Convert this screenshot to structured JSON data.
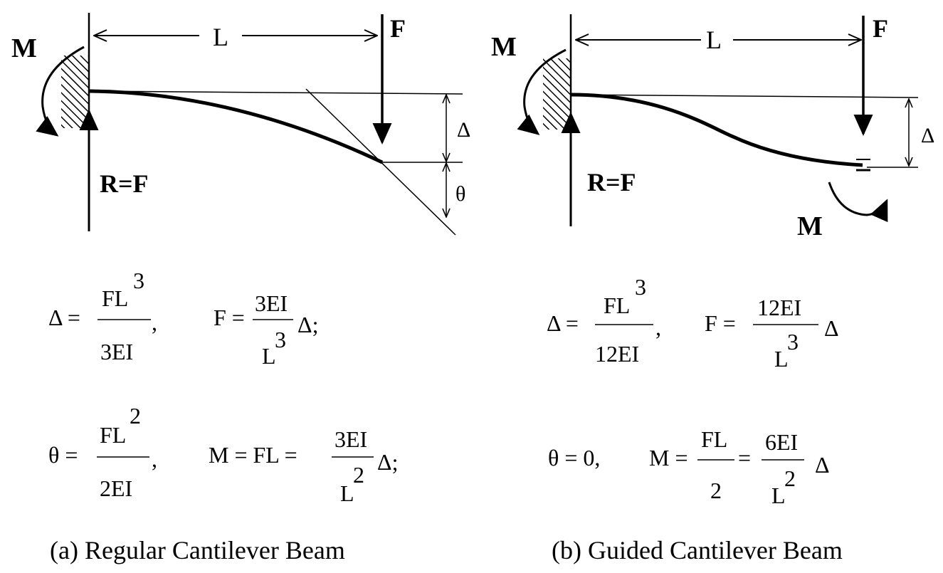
{
  "panel_a": {
    "moment_label": "M",
    "length_label": "L",
    "force_label": "F",
    "reaction_label": "R=F",
    "deflection_label": "Δ",
    "angle_label": "θ",
    "eq_delta_lhs": "Δ =",
    "eq_delta_num": "FL",
    "eq_delta_exp": "3",
    "eq_delta_den": "3EI",
    "eq_delta_sep": ",",
    "eq_f_lhs": "F =",
    "eq_f_num": "3EI",
    "eq_f_den": "L",
    "eq_f_exp": "3",
    "eq_f_tail": "Δ;",
    "eq_theta_lhs": "θ =",
    "eq_theta_num": "FL",
    "eq_theta_exp": "2",
    "eq_theta_den": "2EI",
    "eq_theta_sep": ",",
    "eq_m_lhs": "M = FL =",
    "eq_m_num": "3EI",
    "eq_m_den": "L",
    "eq_m_exp": "2",
    "eq_m_tail": "Δ;",
    "caption": "(a)  Regular  Cantilever  Beam"
  },
  "panel_b": {
    "moment_label": "M",
    "length_label": "L",
    "force_label": "F",
    "reaction_label": "R=F",
    "deflection_label": "Δ",
    "end_moment_label": "M",
    "eq_delta_lhs": "Δ =",
    "eq_delta_num": "FL",
    "eq_delta_exp": "3",
    "eq_delta_den": "12EI",
    "eq_delta_sep": ",",
    "eq_f_lhs": "F =",
    "eq_f_num": "12EI",
    "eq_f_den": "L",
    "eq_f_exp": "3",
    "eq_f_tail": "Δ",
    "eq_theta": "θ = 0,",
    "eq_m_lhs": "M =",
    "eq_m_num": "FL",
    "eq_m_den": "2",
    "eq_m_eq": "=",
    "eq_m_num2": "6EI",
    "eq_m_den2": "L",
    "eq_m_exp2": "2",
    "eq_m_tail": "Δ",
    "caption": "(b)  Guided  Cantilever  Beam"
  }
}
